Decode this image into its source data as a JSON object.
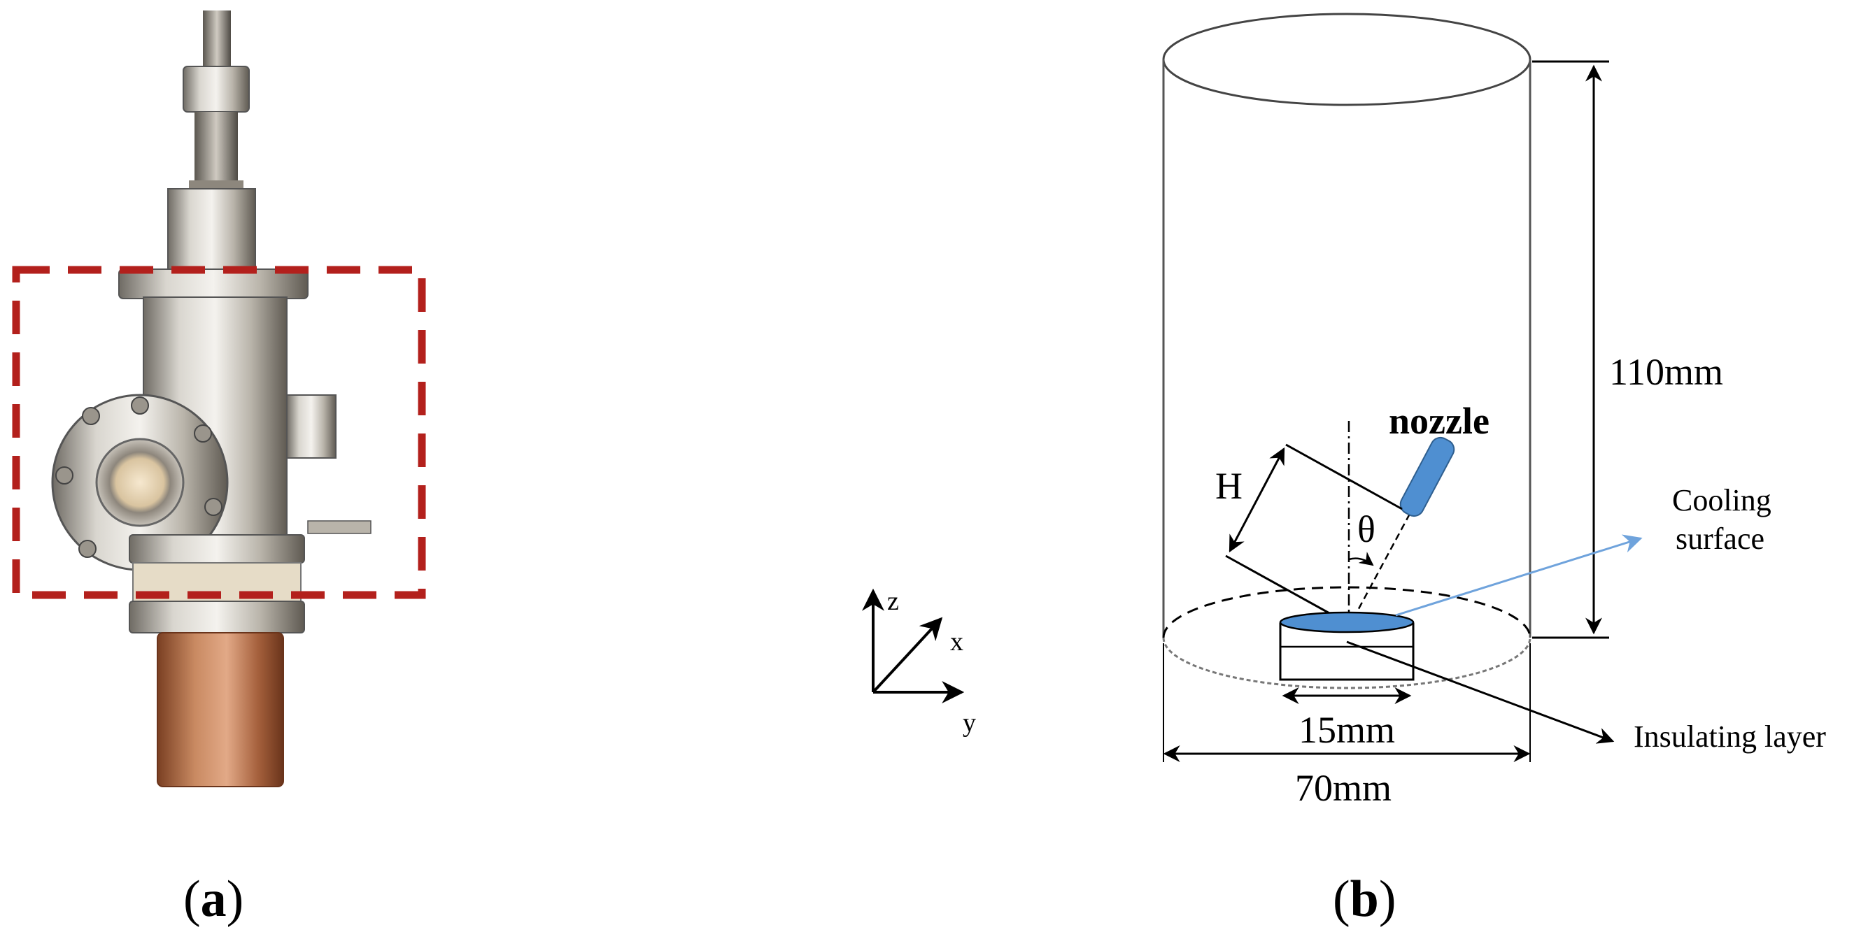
{
  "panel_a": {
    "caption_open": "(",
    "caption_letter": "a",
    "caption_close": ")"
  },
  "axes": {
    "z": "z",
    "x": "x",
    "y": "y"
  },
  "panel_b": {
    "caption_open": "(",
    "caption_letter": "b",
    "caption_close": ")",
    "height_label": "110mm",
    "nozzle_label": "nozzle",
    "h_label": "H",
    "theta_label": "θ",
    "cooling_label_line1": "Cooling",
    "cooling_label_line2": "surface",
    "surface_width_label": "15mm",
    "diameter_label": "70mm",
    "insulating_label": "Insulating layer"
  },
  "colors": {
    "frame_red": "#b3201c",
    "nozzle_blue": "#4f8fd1",
    "cooling_arrow_blue": "#6fa3dc",
    "copper": "#b8714a",
    "steel": "#a8a39b"
  }
}
